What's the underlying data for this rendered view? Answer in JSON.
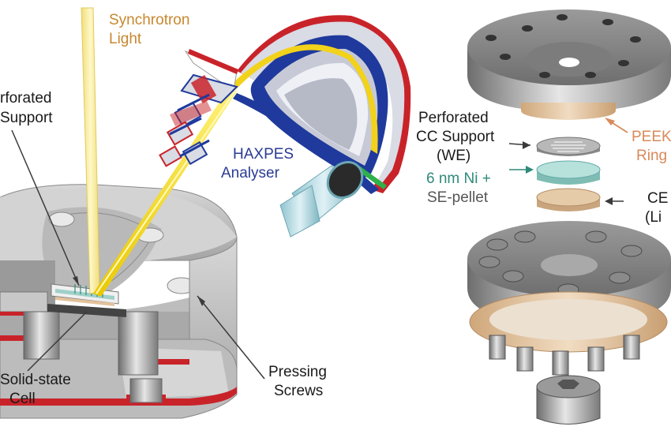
{
  "labels": {
    "synchrotron_line1": "Synchrotron",
    "synchrotron_line2": "Light",
    "haxpes_line1": "HAXPES",
    "haxpes_line2": "Analyser",
    "left_perforated_line1": "rforated",
    "left_perforated_line2": "Support",
    "solid_state_line1": "Solid-state",
    "solid_state_line2": "Cell",
    "pressing_line1": "Pressing",
    "pressing_line2": "Screws",
    "right_perforated_line1": "Perforated",
    "right_perforated_line2": "CC Support",
    "right_perforated_line3": "(WE)",
    "ni_line1": "6 nm Ni +",
    "ni_line2": "SE-pellet",
    "peek_line1": "PEEK",
    "peek_line2": "Ring",
    "ce_line1": "CE",
    "ce_line2": "(Li"
  },
  "colors": {
    "beam": "#f6e79a",
    "beam_core": "#fff8c8",
    "analyser_blue": "#1f3a9c",
    "analyser_red": "#c9232a",
    "analyser_gray": "#c9ccd6",
    "beam_yellow": "#f2d21a",
    "metal": "#8e8e8e",
    "metal_light": "#bdbdbd",
    "peek": "#e3c29c",
    "electrolyte": "#9fd0c9",
    "detector": "#a9d3dc"
  }
}
